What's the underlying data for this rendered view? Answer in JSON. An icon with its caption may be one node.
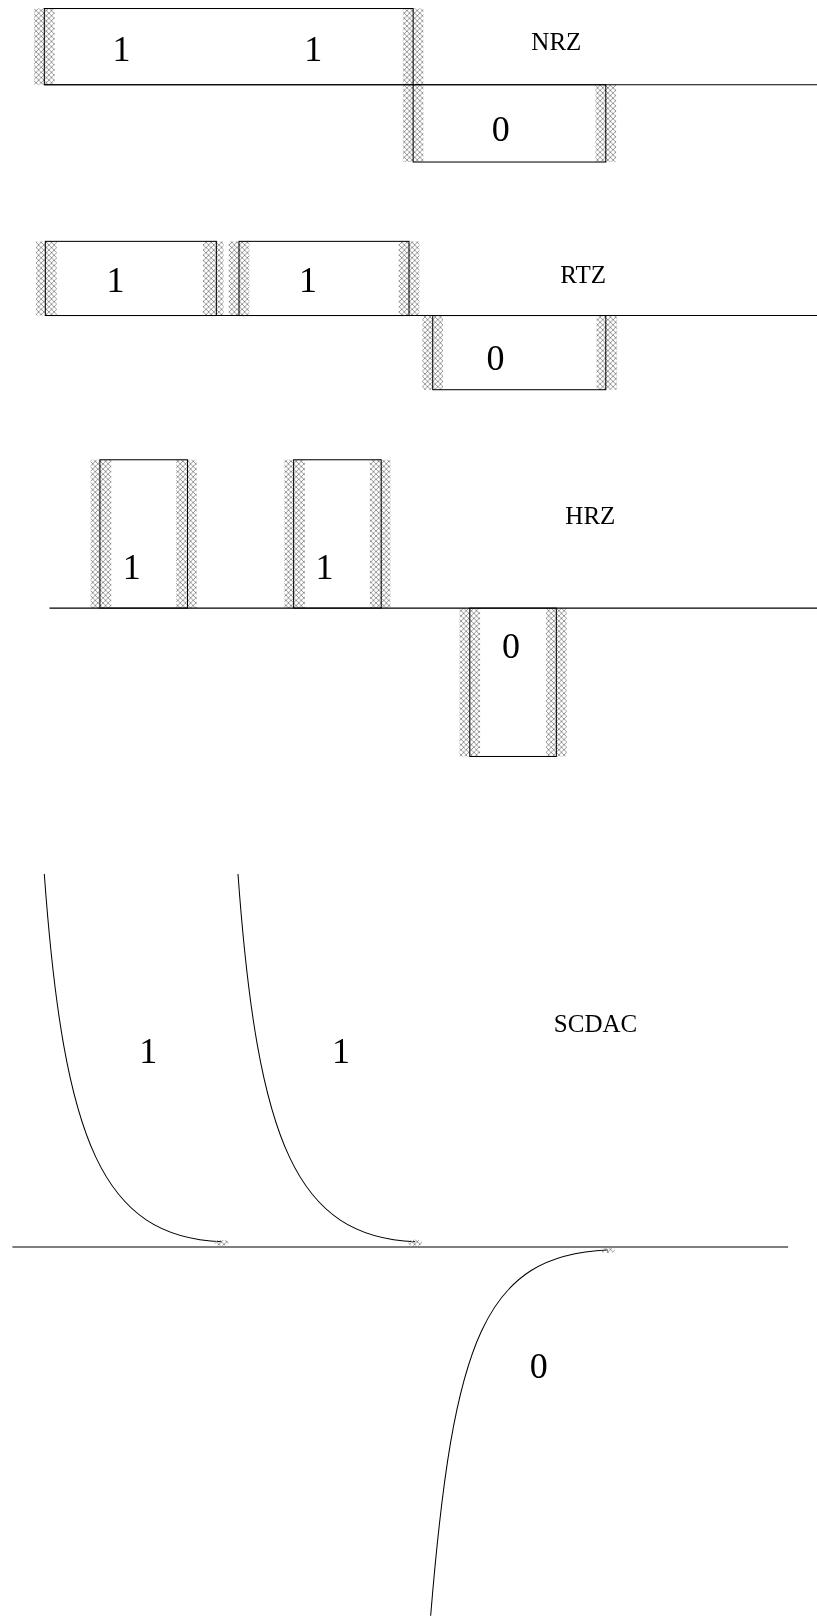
{
  "diagram": {
    "labels": [
      "1",
      "1",
      "NRZ",
      "0",
      "1",
      "1",
      "RTZ",
      "0",
      "HRZ",
      "1",
      "1",
      "0",
      "SCDAC",
      "1",
      "1",
      "0"
    ]
  }
}
